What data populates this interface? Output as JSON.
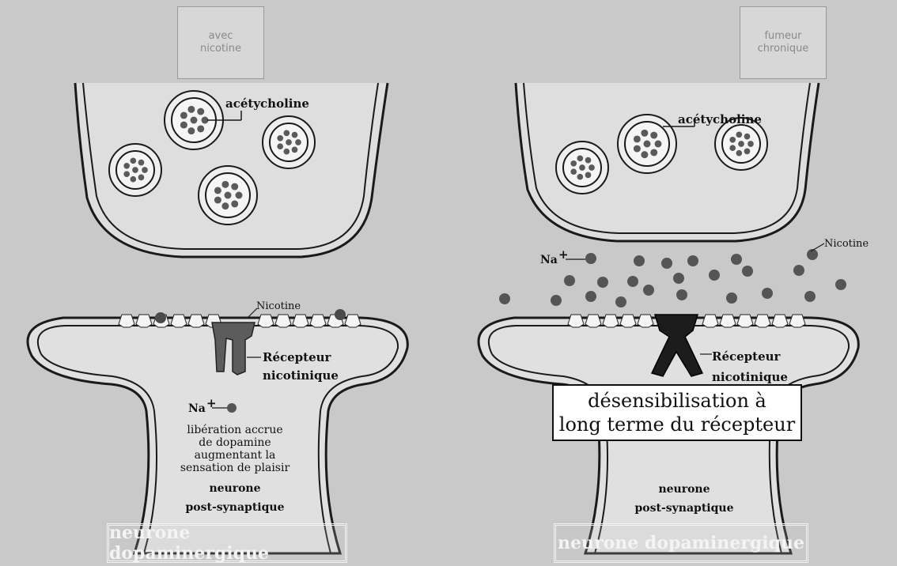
{
  "left_panel": {
    "condition_label_line1": "avec",
    "condition_label_line2": "nicotine",
    "vesicle_label": "acétycholine",
    "nicotine_label": "Nicotine",
    "receptor_label_line1": "Récepteur",
    "receptor_label_line2": "nicotinique",
    "ion_label": "Na",
    "ion_charge": "+",
    "effect_line1": "libération accrue",
    "effect_line2": "de dopamine",
    "effect_line3": "augmentant la",
    "effect_line4": "sensation de plaisir",
    "neuron_line1": "neurone",
    "neuron_line2": "post-synaptique",
    "banner": "neurone dopaminergique"
  },
  "right_panel": {
    "condition_label_line1": "fumeur",
    "condition_label_line2": "chronique",
    "vesicle_label": "acétycholine",
    "nicotine_label": "Nicotine",
    "ion_label": "Na",
    "ion_charge": "+",
    "receptor_label_line1": "Récepteur",
    "receptor_label_line2": "nicotinique",
    "desens_line1": "désensibilisation à",
    "desens_line2": "long terme du récepteur",
    "neuron_line1": "neurone",
    "neuron_line2": "post-synaptique",
    "banner": "neurone dopaminergique"
  },
  "colors": {
    "background": "#c9c9c9",
    "cell_fill": "#e2e2e2",
    "membrane": "#1a1a1a",
    "particle": "#5a5a5a",
    "receptor_open": "#5c5c5c",
    "receptor_blocked": "#1c1c1c"
  }
}
